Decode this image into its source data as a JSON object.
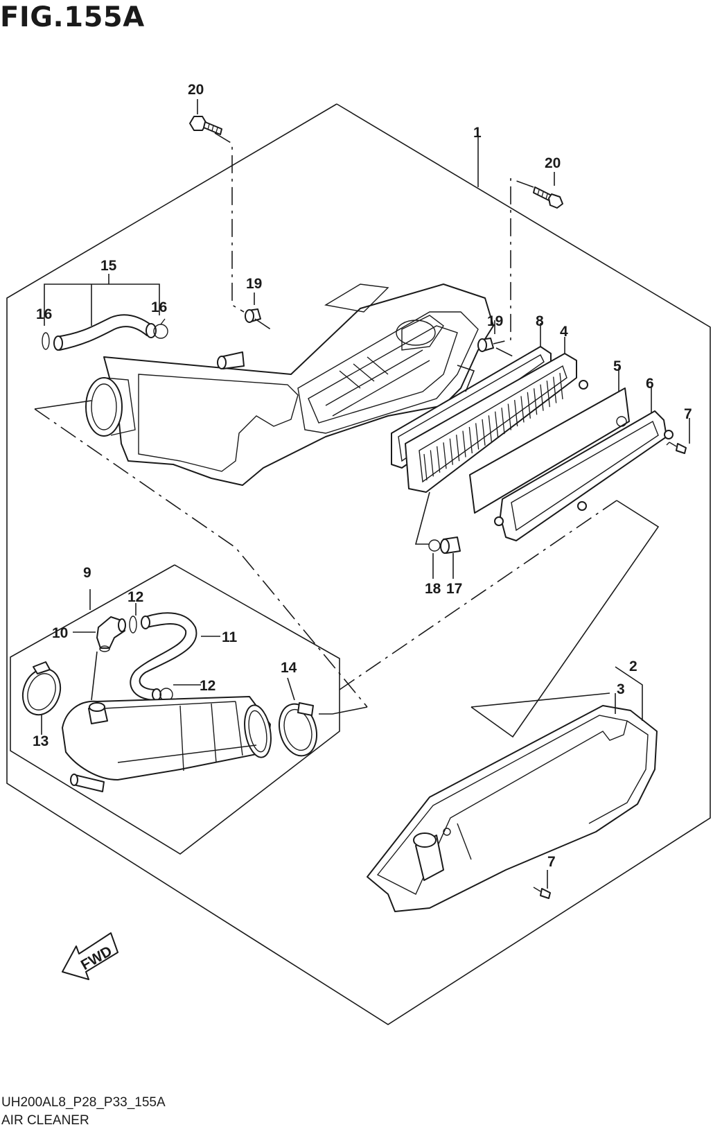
{
  "figure": {
    "title": "FIG.155A",
    "code": "UH200AL8_P28_P33_155A",
    "caption": "AIR CLEANER"
  },
  "parts": [
    {
      "id": "p1",
      "number": "1"
    },
    {
      "id": "p2",
      "number": "2"
    },
    {
      "id": "p3",
      "number": "3"
    },
    {
      "id": "p4",
      "number": "4"
    },
    {
      "id": "p5",
      "number": "5"
    },
    {
      "id": "p6",
      "number": "6"
    },
    {
      "id": "p7a",
      "number": "7"
    },
    {
      "id": "p7b",
      "number": "7"
    },
    {
      "id": "p8",
      "number": "8"
    },
    {
      "id": "p9",
      "number": "9"
    },
    {
      "id": "p10",
      "number": "10"
    },
    {
      "id": "p11",
      "number": "11"
    },
    {
      "id": "p12a",
      "number": "12"
    },
    {
      "id": "p12b",
      "number": "12"
    },
    {
      "id": "p13",
      "number": "13"
    },
    {
      "id": "p14",
      "number": "14"
    },
    {
      "id": "p15",
      "number": "15"
    },
    {
      "id": "p16a",
      "number": "16"
    },
    {
      "id": "p16b",
      "number": "16"
    },
    {
      "id": "p17",
      "number": "17"
    },
    {
      "id": "p18",
      "number": "18"
    },
    {
      "id": "p19a",
      "number": "19"
    },
    {
      "id": "p19b",
      "number": "19"
    },
    {
      "id": "p20a",
      "number": "20"
    },
    {
      "id": "p20b",
      "number": "20"
    }
  ],
  "fwd_label": "FWD"
}
